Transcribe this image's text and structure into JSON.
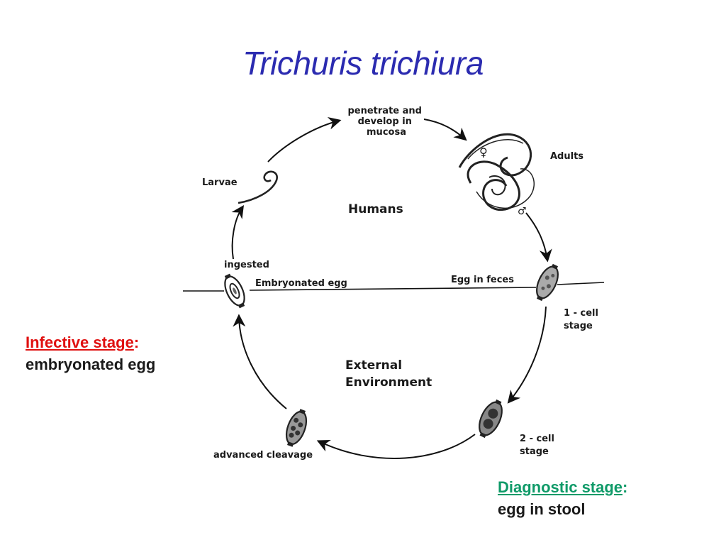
{
  "title": "Trichuris trichiura",
  "cycle": {
    "top_label": [
      "penetrate and",
      "develop in",
      "mucosa"
    ],
    "adults": "Adults",
    "female_symbol": "♀",
    "male_symbol": "♂",
    "larvae": "Larvae",
    "humans": "Humans",
    "ingested": "ingested",
    "embryonated_egg": "Embryonated egg",
    "egg_in_feces": "Egg in feces",
    "one_cell": [
      "1 - cell",
      "stage"
    ],
    "external": [
      "External",
      "Environment"
    ],
    "two_cell": [
      "2 - cell",
      "stage"
    ],
    "advanced_cleavage": "advanced cleavage"
  },
  "infective": {
    "heading": "Infective stage",
    "colon": ":",
    "description": "embryonated egg",
    "color": "#e01010"
  },
  "diagnostic": {
    "heading": "Diagnostic stage",
    "colon": ":",
    "description": "egg in stool",
    "color": "#0f9a68"
  }
}
